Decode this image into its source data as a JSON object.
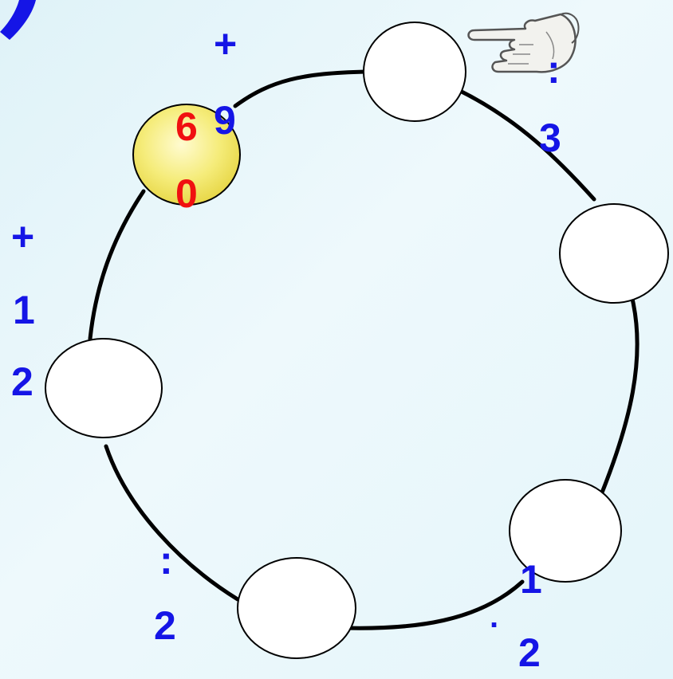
{
  "colors": {
    "background": "#e6f6fb",
    "label_blue": "#1515e6",
    "label_red": "#f01010",
    "highlight_fill": "#f5ec7a",
    "line": "#000000"
  },
  "start_value": {
    "digit_1": "6",
    "digit_2": "0"
  },
  "operations": {
    "top": {
      "sign": "+",
      "digit": "9"
    },
    "top_right": {
      "sign": ":",
      "digit": "3"
    },
    "bottom_right": {
      "digit": "1",
      "sign": ".",
      "digit_2": "2"
    },
    "bottom_left": {
      "sign": ":",
      "digit": "2"
    },
    "left": {
      "sign": "+",
      "digit_1": "1",
      "digit_2": "2"
    }
  },
  "icons": {
    "pointer": "pointing-hand-icon",
    "corner": "corner-arc-icon"
  }
}
